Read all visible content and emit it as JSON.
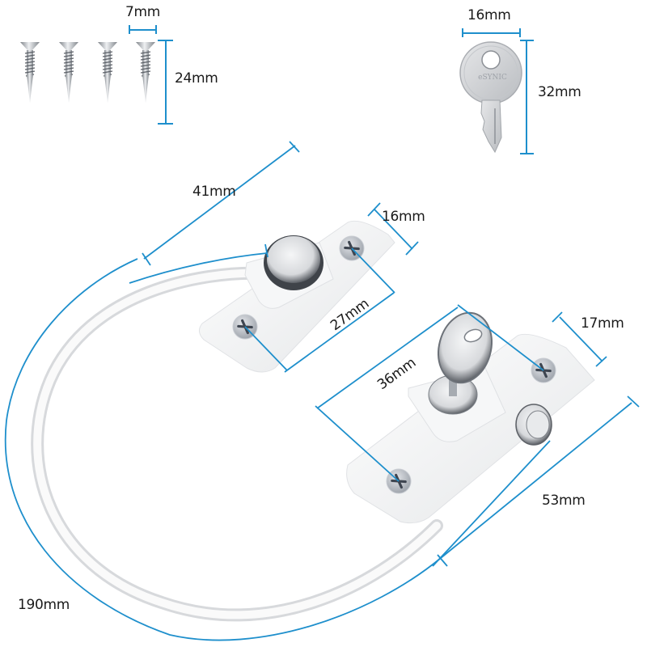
{
  "colors": {
    "dimension_line": "#1e8fcc",
    "product_white": "#f3f4f5",
    "metal": "#c9ccd0",
    "text": "#1a1a1a",
    "background": "#ffffff"
  },
  "screws": {
    "count": 4,
    "width_label": "7mm",
    "length_label": "24mm"
  },
  "key": {
    "width_label": "16mm",
    "length_label": "32mm",
    "brand_mark": "eSYNIC"
  },
  "cable_lock": {
    "top_bracket": {
      "cable_reach_label": "41mm",
      "width_label": "16mm",
      "screw_spacing_label": "27mm"
    },
    "lock_bracket": {
      "screw_spacing_label": "36mm",
      "width_label": "17mm",
      "length_label": "53mm"
    },
    "cable_length_label": "190mm"
  }
}
